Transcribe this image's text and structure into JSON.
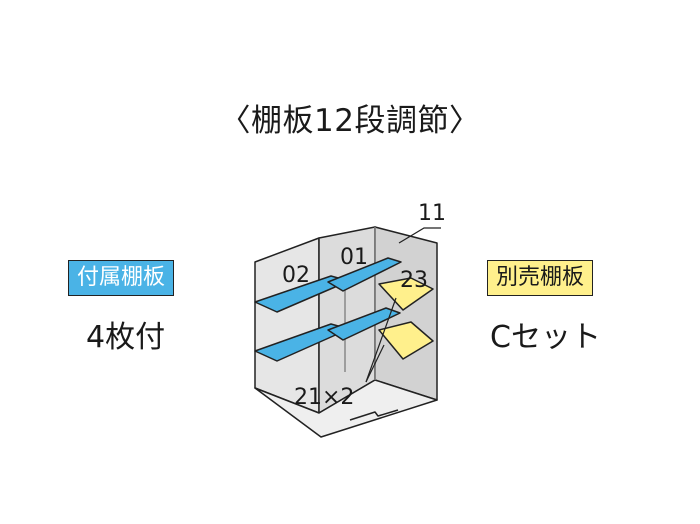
{
  "title": "〈棚板12段調節〉",
  "included": {
    "badge": "付属棚板",
    "count": "4枚付"
  },
  "separate": {
    "badge": "別売棚板",
    "set": "Cセット"
  },
  "diagram_labels": {
    "top_right": "11",
    "shelf_left": "02",
    "shelf_center": "01",
    "shelf_right": "23",
    "bottom": "21×2"
  },
  "colors": {
    "included_shelf": "#4ab3e6",
    "optional_shelf": "#fff08c",
    "cabinet": "#e6e6e6",
    "outline": "#222222"
  }
}
